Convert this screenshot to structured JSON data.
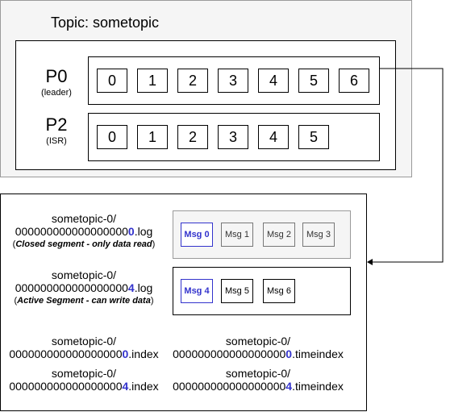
{
  "topic": {
    "title": "Topic: sometopic"
  },
  "partitions": [
    {
      "name": "P0",
      "role": "(leader)",
      "offsets": [
        "0",
        "1",
        "2",
        "3",
        "4",
        "5",
        "6"
      ]
    },
    {
      "name": "P2",
      "role": "(ISR)",
      "offsets": [
        "0",
        "1",
        "2",
        "3",
        "4",
        "5"
      ]
    }
  ],
  "segments": [
    {
      "dir": "sometopic-0/",
      "file_prefix": "000000000000000000",
      "file_offset": "0",
      "file_ext": ".log",
      "note_open": "(",
      "note": "Closed segment - only data read",
      "note_close": ")",
      "messages": [
        "Msg 0",
        "Msg 1",
        "Msg 2",
        "Msg 3"
      ]
    },
    {
      "dir": "sometopic-0/",
      "file_prefix": "000000000000000000",
      "file_offset": "4",
      "file_ext": ".log",
      "note_open": "(",
      "note": "Active Segment - can write data",
      "note_close": ")",
      "messages": [
        "Msg 4",
        "Msg 5",
        "Msg 6"
      ]
    }
  ],
  "index_files": [
    {
      "dir": "sometopic-0/",
      "prefix": "000000000000000000",
      "offset": "0",
      "ext": ".index"
    },
    {
      "dir": "sometopic-0/",
      "prefix": "000000000000000000",
      "offset": "0",
      "ext": ".timeindex"
    },
    {
      "dir": "sometopic-0/",
      "prefix": "000000000000000000",
      "offset": "4",
      "ext": ".index"
    },
    {
      "dir": "sometopic-0/",
      "prefix": "000000000000000000",
      "offset": "4",
      "ext": ".timeindex"
    }
  ]
}
